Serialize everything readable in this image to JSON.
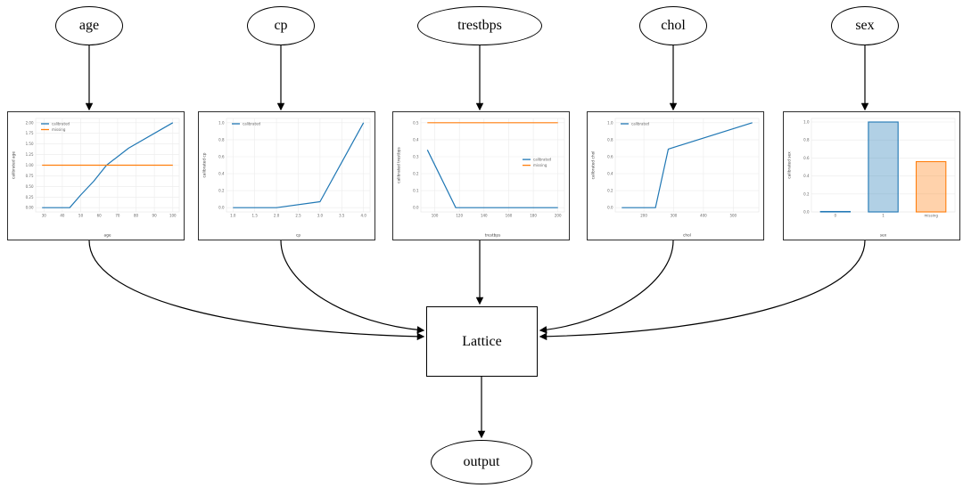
{
  "diagram": {
    "inputs": [
      {
        "label": "age"
      },
      {
        "label": "cp"
      },
      {
        "label": "trestbps"
      },
      {
        "label": "chol"
      },
      {
        "label": "sex"
      }
    ],
    "lattice_label": "Lattice",
    "output_label": "output",
    "edges": [
      {
        "from": "age",
        "to": "age-calibration-plot"
      },
      {
        "from": "cp",
        "to": "cp-calibration-plot"
      },
      {
        "from": "trestbps",
        "to": "trestbps-calibration-plot"
      },
      {
        "from": "chol",
        "to": "chol-calibration-plot"
      },
      {
        "from": "sex",
        "to": "sex-calibration-plot"
      },
      {
        "from": "age-calibration-plot",
        "to": "Lattice"
      },
      {
        "from": "cp-calibration-plot",
        "to": "Lattice"
      },
      {
        "from": "trestbps-calibration-plot",
        "to": "Lattice"
      },
      {
        "from": "chol-calibration-plot",
        "to": "Lattice"
      },
      {
        "from": "sex-calibration-plot",
        "to": "Lattice"
      },
      {
        "from": "Lattice",
        "to": "output"
      }
    ],
    "colors": {
      "calibrated": "#1f77b4",
      "missing": "#ff7f0e"
    }
  },
  "chart_data": [
    {
      "type": "line",
      "xlabel": "age",
      "ylabel": "calibrated age",
      "xlim": [
        25.5,
        103.5
      ],
      "ylim": [
        -0.1,
        2.1
      ],
      "xticks": {
        "values": [
          30,
          40,
          50,
          60,
          70,
          80,
          90,
          100
        ],
        "labels": [
          "30",
          "40",
          "50",
          "60",
          "70",
          "80",
          "90",
          "100"
        ]
      },
      "yticks": {
        "values": [
          0,
          0.25,
          0.5,
          0.75,
          1,
          1.25,
          1.5,
          1.75,
          2
        ],
        "labels": [
          "0.00",
          "0.25",
          "0.50",
          "0.75",
          "1.00",
          "1.25",
          "1.50",
          "1.75",
          "2.00"
        ]
      },
      "legend": {
        "position": "top-left",
        "entries": [
          {
            "label": "calibrated",
            "color": "#1f77b4"
          },
          {
            "label": "missing",
            "color": "#ff7f0e"
          }
        ]
      },
      "series": [
        {
          "name": "calibrated",
          "color": "#1f77b4",
          "points": [
            [
              29,
              0
            ],
            [
              44,
              0
            ],
            [
              50,
              0.3
            ],
            [
              57,
              0.62
            ],
            [
              64,
              1.0
            ],
            [
              76,
              1.4
            ],
            [
              100,
              2.0
            ]
          ]
        },
        {
          "name": "missing",
          "color": "#ff7f0e",
          "points": [
            [
              29,
              1.0
            ],
            [
              100,
              1.0
            ]
          ]
        }
      ]
    },
    {
      "type": "line",
      "xlabel": "cp",
      "ylabel": "calibrated cp",
      "xlim": [
        0.85,
        4.15
      ],
      "ylim": [
        -0.05,
        1.05
      ],
      "xticks": {
        "values": [
          1,
          1.5,
          2,
          2.5,
          3,
          3.5,
          4
        ],
        "labels": [
          "1.0",
          "1.5",
          "2.0",
          "2.5",
          "3.0",
          "3.5",
          "4.0"
        ]
      },
      "yticks": {
        "values": [
          0,
          0.2,
          0.4,
          0.6,
          0.8,
          1
        ],
        "labels": [
          "0.0",
          "0.2",
          "0.4",
          "0.6",
          "0.8",
          "1.0"
        ]
      },
      "legend": {
        "position": "top-left",
        "entries": [
          {
            "label": "calibrated",
            "color": "#1f77b4"
          }
        ]
      },
      "series": [
        {
          "name": "calibrated",
          "color": "#1f77b4",
          "points": [
            [
              1,
              0
            ],
            [
              2,
              0
            ],
            [
              3,
              0.07
            ],
            [
              4,
              1.0
            ]
          ]
        }
      ]
    },
    {
      "type": "line",
      "xlabel": "trestbps",
      "ylabel": "calibrated trestbps",
      "xlim": [
        88.7,
        205.3
      ],
      "ylim": [
        -0.025,
        0.525
      ],
      "xticks": {
        "values": [
          100,
          120,
          140,
          160,
          180,
          200
        ],
        "labels": [
          "100",
          "120",
          "140",
          "160",
          "180",
          "200"
        ]
      },
      "yticks": {
        "values": [
          0,
          0.1,
          0.2,
          0.3,
          0.4,
          0.5
        ],
        "labels": [
          "0.0",
          "0.1",
          "0.2",
          "0.3",
          "0.4",
          "0.5"
        ]
      },
      "legend": {
        "position": "center-right",
        "entries": [
          {
            "label": "calibrated",
            "color": "#1f77b4"
          },
          {
            "label": "missing",
            "color": "#ff7f0e"
          }
        ]
      },
      "series": [
        {
          "name": "calibrated",
          "color": "#1f77b4",
          "points": [
            [
              94,
              0.34
            ],
            [
              117,
              0
            ],
            [
              200,
              0
            ]
          ]
        },
        {
          "name": "missing",
          "color": "#ff7f0e",
          "points": [
            [
              94,
              0.5
            ],
            [
              200,
              0.5
            ]
          ]
        }
      ]
    },
    {
      "type": "line",
      "xlabel": "chol",
      "ylabel": "calibrated chol",
      "xlim": [
        104,
        586
      ],
      "ylim": [
        -0.05,
        1.05
      ],
      "xticks": {
        "values": [
          200,
          300,
          400,
          500
        ],
        "labels": [
          "200",
          "300",
          "400",
          "500"
        ]
      },
      "yticks": {
        "values": [
          0,
          0.2,
          0.4,
          0.6,
          0.8,
          1
        ],
        "labels": [
          "0.0",
          "0.2",
          "0.4",
          "0.6",
          "0.8",
          "1.0"
        ]
      },
      "legend": {
        "position": "top-left",
        "entries": [
          {
            "label": "calibrated",
            "color": "#1f77b4"
          }
        ]
      },
      "series": [
        {
          "name": "calibrated",
          "color": "#1f77b4",
          "points": [
            [
              126,
              0
            ],
            [
              239,
              0
            ],
            [
              282,
              0.69
            ],
            [
              564,
              1.0
            ]
          ]
        }
      ]
    },
    {
      "type": "bar",
      "xlabel": "sex",
      "ylabel": "calibrated sex",
      "ylim": [
        0,
        1.04
      ],
      "categories": [
        "0",
        "1",
        "missing"
      ],
      "values": [
        0.005,
        1.0,
        0.56
      ],
      "bar_colors": [
        "#1f77b4",
        "#1f77b4",
        "#ff7f0e"
      ],
      "yticks": {
        "values": [
          0,
          0.2,
          0.4,
          0.6,
          0.8,
          1
        ],
        "labels": [
          "0.0",
          "0.2",
          "0.4",
          "0.6",
          "0.8",
          "1.0"
        ]
      }
    }
  ]
}
